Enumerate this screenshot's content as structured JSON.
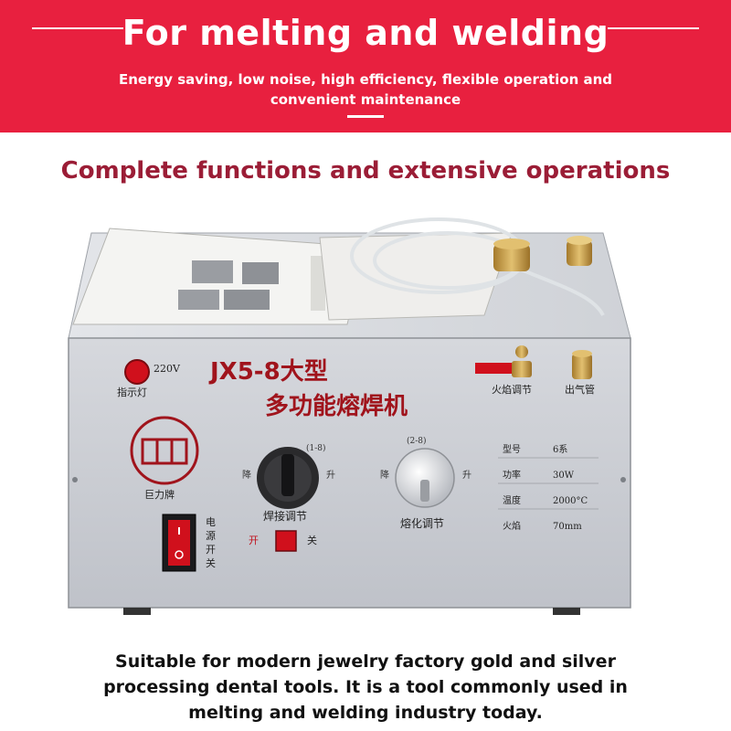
{
  "banner": {
    "title": "For melting and welding",
    "subtitle_line1": "Energy saving, low noise, high efficiency, flexible operation and",
    "subtitle_line2": "convenient maintenance"
  },
  "heading": "Complete functions and extensive operations",
  "machine": {
    "model_line1": "JX5-8大型",
    "model_line2": "多功能熔焊机",
    "voltage": "220V",
    "indicator_label": "指示灯",
    "flame_adjust": "火焰调节",
    "gas_outlet": "出气管",
    "brand": "巨力牌",
    "welding_adjust": "焊接调节",
    "melting_adjust": "熔化调节",
    "knob1_range": "(1-8)",
    "knob2_range": "(2-8)",
    "decrease": "降",
    "increase": "升",
    "on_label": "开",
    "off_label": "关",
    "power_switch": [
      "电",
      "源",
      "开",
      "关"
    ],
    "specs": [
      {
        "key": "型号",
        "value": "6系"
      },
      {
        "key": "功率",
        "value": "30W"
      },
      {
        "key": "温度",
        "value": "2000°C"
      },
      {
        "key": "火焰",
        "value": "70mm"
      }
    ],
    "colors": {
      "panel": "#c9ccd2",
      "red": "#d0101c",
      "brass": "#c8a04a"
    }
  },
  "caption": {
    "line1": "Suitable for modern jewelry factory gold and silver",
    "line2": "processing dental tools. It is a tool commonly used in",
    "line3": "melting and welding industry today."
  }
}
